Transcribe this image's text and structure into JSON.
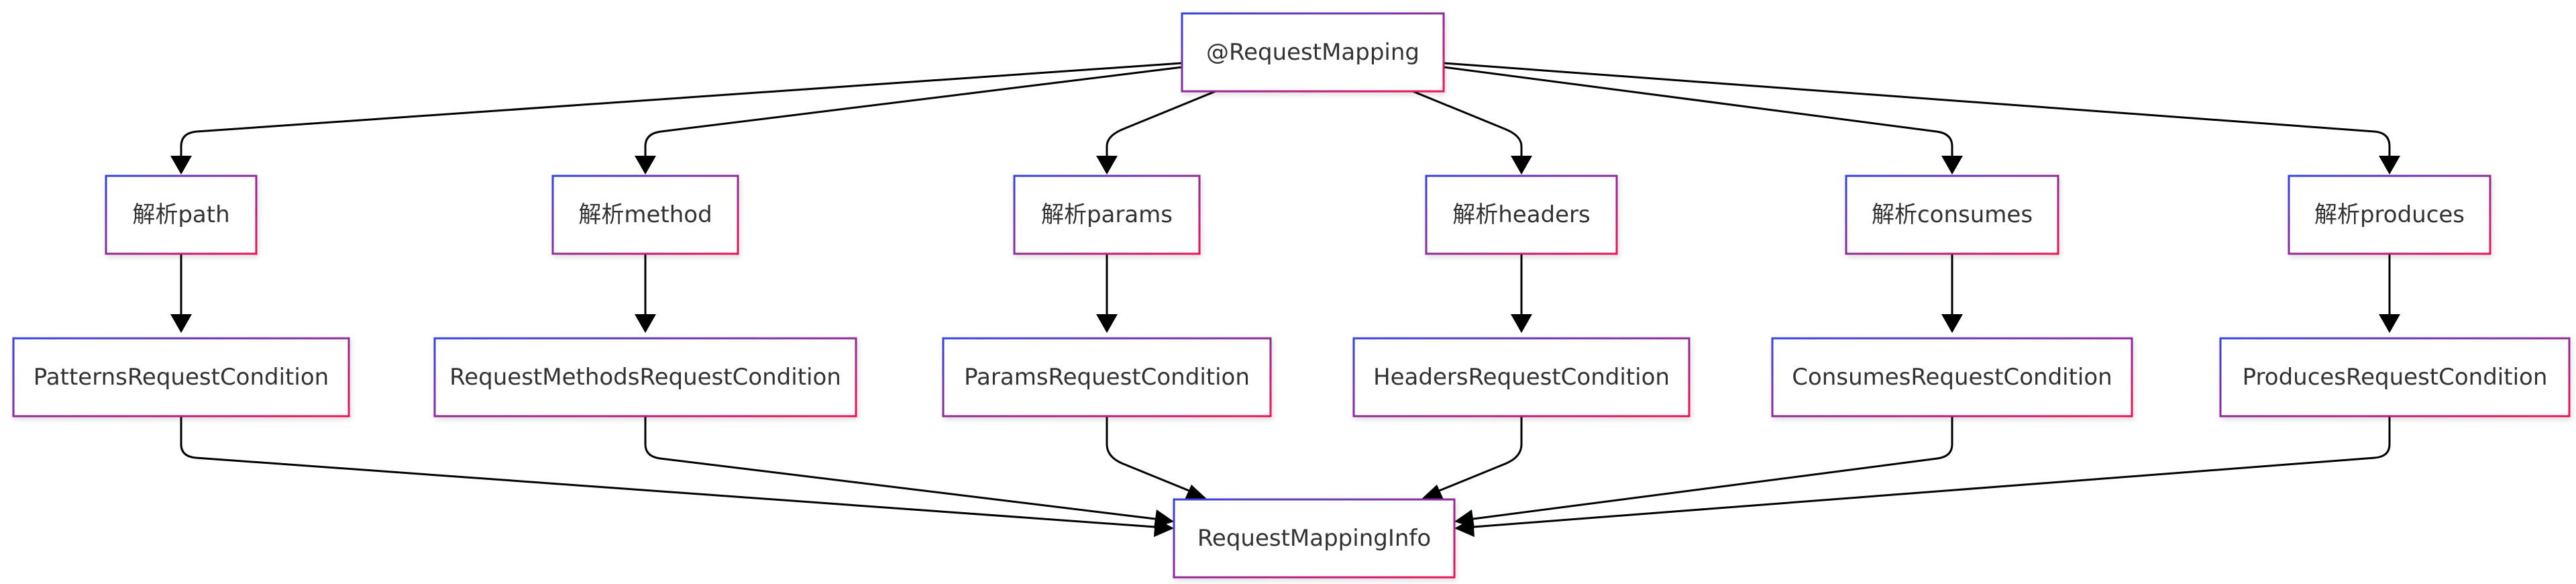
{
  "diagram": {
    "nodes": {
      "root": "@RequestMapping",
      "parse_path": "解析path",
      "parse_method": "解析method",
      "parse_params": "解析params",
      "parse_headers": "解析headers",
      "parse_consumes": "解析consumes",
      "parse_produces": "解析produces",
      "patterns_condition": "PatternsRequestCondition",
      "methods_condition": "RequestMethodsRequestCondition",
      "params_condition": "ParamsRequestCondition",
      "headers_condition": "HeadersRequestCondition",
      "consumes_condition": "ConsumesRequestCondition",
      "produces_condition": "ProducesRequestCondition",
      "result": "RequestMappingInfo"
    },
    "edges": [
      [
        "root",
        "parse_path"
      ],
      [
        "root",
        "parse_method"
      ],
      [
        "root",
        "parse_params"
      ],
      [
        "root",
        "parse_headers"
      ],
      [
        "root",
        "parse_consumes"
      ],
      [
        "root",
        "parse_produces"
      ],
      [
        "parse_path",
        "patterns_condition"
      ],
      [
        "parse_method",
        "methods_condition"
      ],
      [
        "parse_params",
        "params_condition"
      ],
      [
        "parse_headers",
        "headers_condition"
      ],
      [
        "parse_consumes",
        "consumes_condition"
      ],
      [
        "parse_produces",
        "produces_condition"
      ],
      [
        "patterns_condition",
        "result"
      ],
      [
        "methods_condition",
        "result"
      ],
      [
        "params_condition",
        "result"
      ],
      [
        "headers_condition",
        "result"
      ],
      [
        "consumes_condition",
        "result"
      ],
      [
        "produces_condition",
        "result"
      ]
    ],
    "colors": {
      "border_left_top": "#3344dd",
      "border_right_bottom": "#ee1155",
      "edge": "#000000",
      "text": "#333333"
    }
  }
}
